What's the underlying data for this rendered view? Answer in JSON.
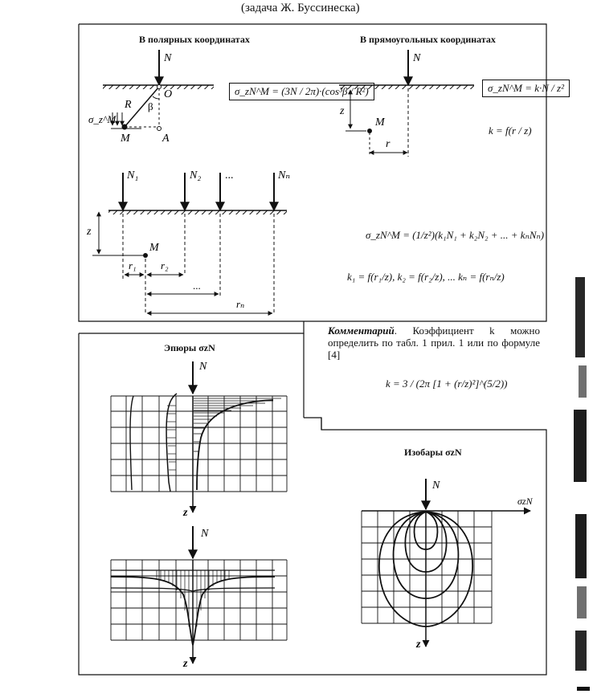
{
  "page": {
    "title": "(задача Ж. Буссинеска)"
  },
  "polar": {
    "heading": "В полярных координатах",
    "formula": "σ_zN^M = (3N / 2π)·(cos³β / R²)",
    "labels": {
      "N": "N",
      "O": "O",
      "R": "R",
      "beta": "β",
      "M": "M",
      "A": "A",
      "sigma": "σ_z^M"
    }
  },
  "rect": {
    "heading": "В прямоугольных координатах",
    "formula": "σ_zN^M = k·N / z²",
    "k_formula": "k = f(r / z)",
    "labels": {
      "N": "N",
      "z": "z",
      "M": "M",
      "r": "r"
    }
  },
  "multi": {
    "labels": {
      "N1": "N₁",
      "N2": "N₂",
      "dots": "...",
      "Nn": "Nₙ",
      "z": "z",
      "M": "M",
      "r1": "r₁",
      "r2": "r₂",
      "rn": "rₙ"
    },
    "sum_formula": "σ_zN^M = (1/z²)(k₁N₁ + k₂N₂ + ... + kₙNₙ)",
    "k_list": "k₁ = f(r₁/z),  k₂ = f(r₂/z),  ...  kₙ = f(rₙ/z)"
  },
  "comment": {
    "label": "Комментарий",
    "text": ". Коэффициент k можно определить по табл. 1 прил. 1 или по формуле [4]",
    "formula": "k = 3 / (2π [1 + (r/z)²]^(5/2))"
  },
  "epures": {
    "heading": "Эпюры σzN",
    "labels": {
      "N_top": "N",
      "z_top": "z",
      "N_bottom": "N",
      "z_bottom": "z"
    }
  },
  "isobars": {
    "heading": "Изобары σzN",
    "labels": {
      "N": "N",
      "sigma": "σzN",
      "z": "z"
    }
  }
}
